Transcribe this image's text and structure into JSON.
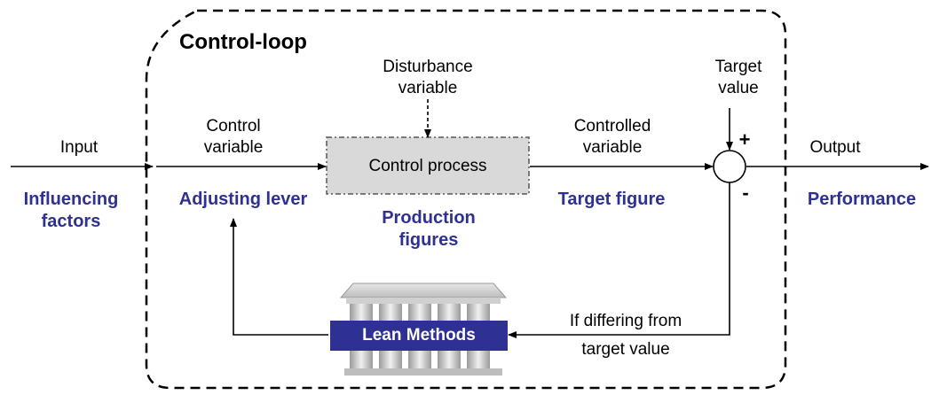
{
  "title": "Control-loop",
  "input": {
    "label": "Input",
    "category": "Influencing\nfactors"
  },
  "control_variable": {
    "label": "Control\nvariable",
    "category": "Adjusting lever"
  },
  "disturbance": {
    "label": "Disturbance\nvariable"
  },
  "process": {
    "label": "Control process",
    "category": "Production\nfigures"
  },
  "controlled_variable": {
    "label": "Controlled\nvariable",
    "category": "Target figure"
  },
  "target_value": {
    "label": "Target\nvalue",
    "plus": "+",
    "minus": "-"
  },
  "output": {
    "label": "Output",
    "category": "Performance"
  },
  "feedback": {
    "label": "If differing from\ntarget value"
  },
  "lean": {
    "label": "Lean Methods"
  },
  "colors": {
    "category_text": "#2e3192",
    "lean_bar": "#2e3192",
    "process_box": "#d9d9d9",
    "pillar": "#c8c8c8"
  }
}
